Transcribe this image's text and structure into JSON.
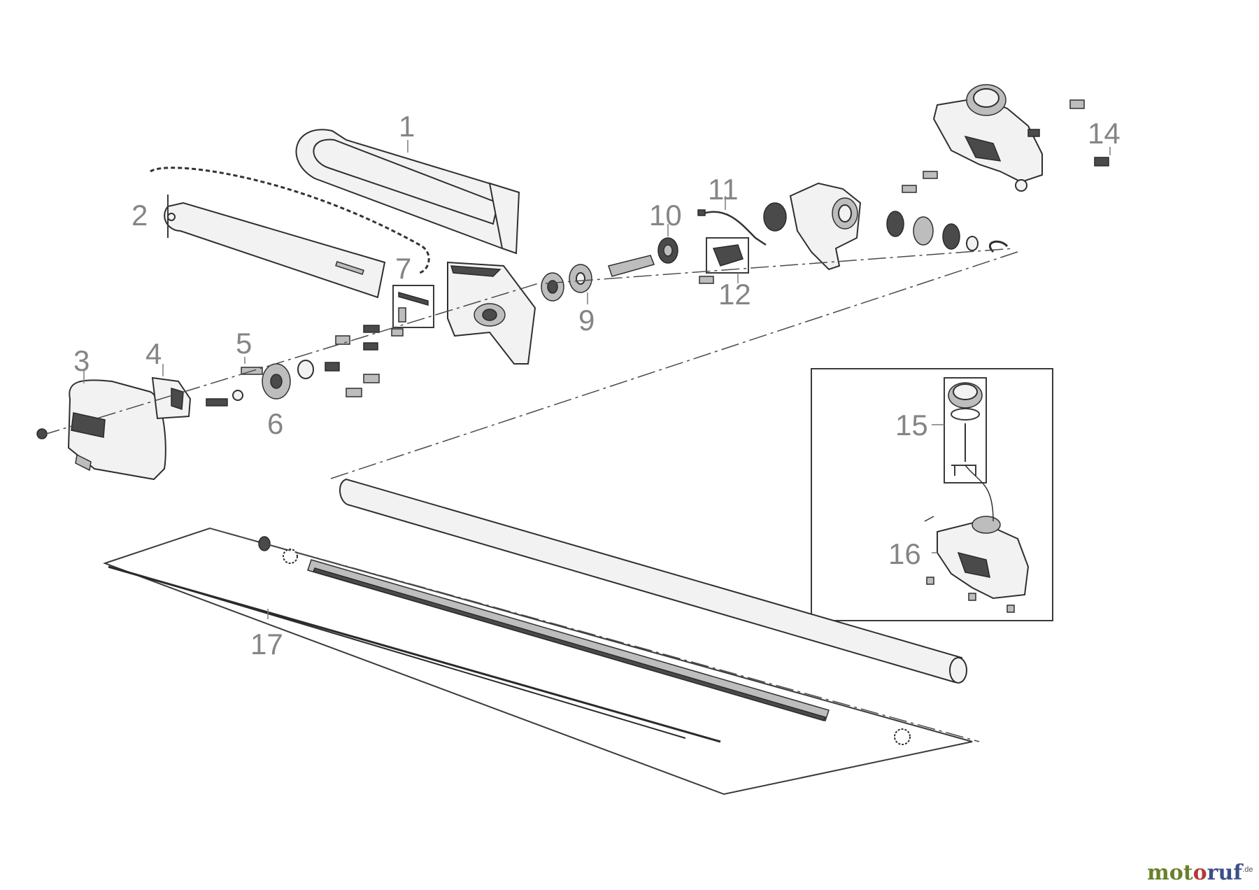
{
  "part_labels": {
    "p1": "1",
    "p2": "2",
    "p3": "3",
    "p4": "4",
    "p5": "5",
    "p6": "6",
    "p7": "7",
    "p9": "9",
    "p10": "10",
    "p11": "11",
    "p12": "12",
    "p14": "14",
    "p15": "15",
    "p16": "16",
    "p17": "17"
  },
  "watermark": {
    "part1": "mot",
    "part2": "o",
    "part3": "ruf",
    "suffix": ".de"
  }
}
